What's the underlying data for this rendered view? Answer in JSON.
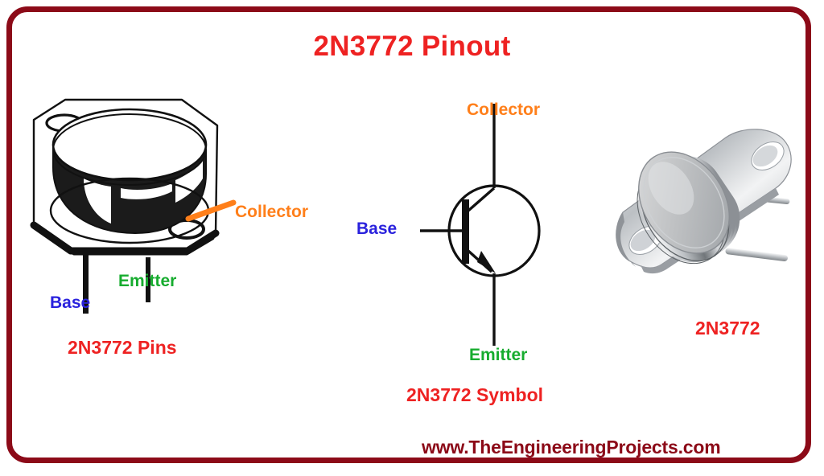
{
  "page": {
    "title": "2N3772 Pinout",
    "border_color": "#8c0a18",
    "background": "#ffffff"
  },
  "colors": {
    "title_red": "#ee2222",
    "caption_red": "#ee2222",
    "collector_orange": "#ff7f1a",
    "emitter_green": "#17ac2f",
    "base_blue": "#2a22dd",
    "footer_maroon": "#8c0a18",
    "line_black": "#111111"
  },
  "panels": {
    "pins": {
      "caption": "2N3772 Pins",
      "figure_type": "to-3-package-line-drawing",
      "labels": [
        {
          "id": "collector",
          "text": "Collector",
          "color": "#ff7f1a",
          "has_leader_line": true
        },
        {
          "id": "emitter",
          "text": "Emitter",
          "color": "#17ac2f",
          "has_leader_line": false
        },
        {
          "id": "base",
          "text": "Base",
          "color": "#2a22dd",
          "has_leader_line": false
        }
      ]
    },
    "symbol": {
      "caption": "2N3772 Symbol",
      "figure_type": "npn-bipolar-transistor-symbol",
      "labels": [
        {
          "id": "collector",
          "text": "Collector",
          "color": "#ff7f1a"
        },
        {
          "id": "base",
          "text": "Base",
          "color": "#2a22dd"
        },
        {
          "id": "emitter",
          "text": "Emitter",
          "color": "#17ac2f"
        }
      ]
    },
    "photo": {
      "caption": "2N3772",
      "figure_type": "to-3-metal-can-photo"
    }
  },
  "footer": {
    "url": "www.TheEngineeringProjects.com"
  }
}
